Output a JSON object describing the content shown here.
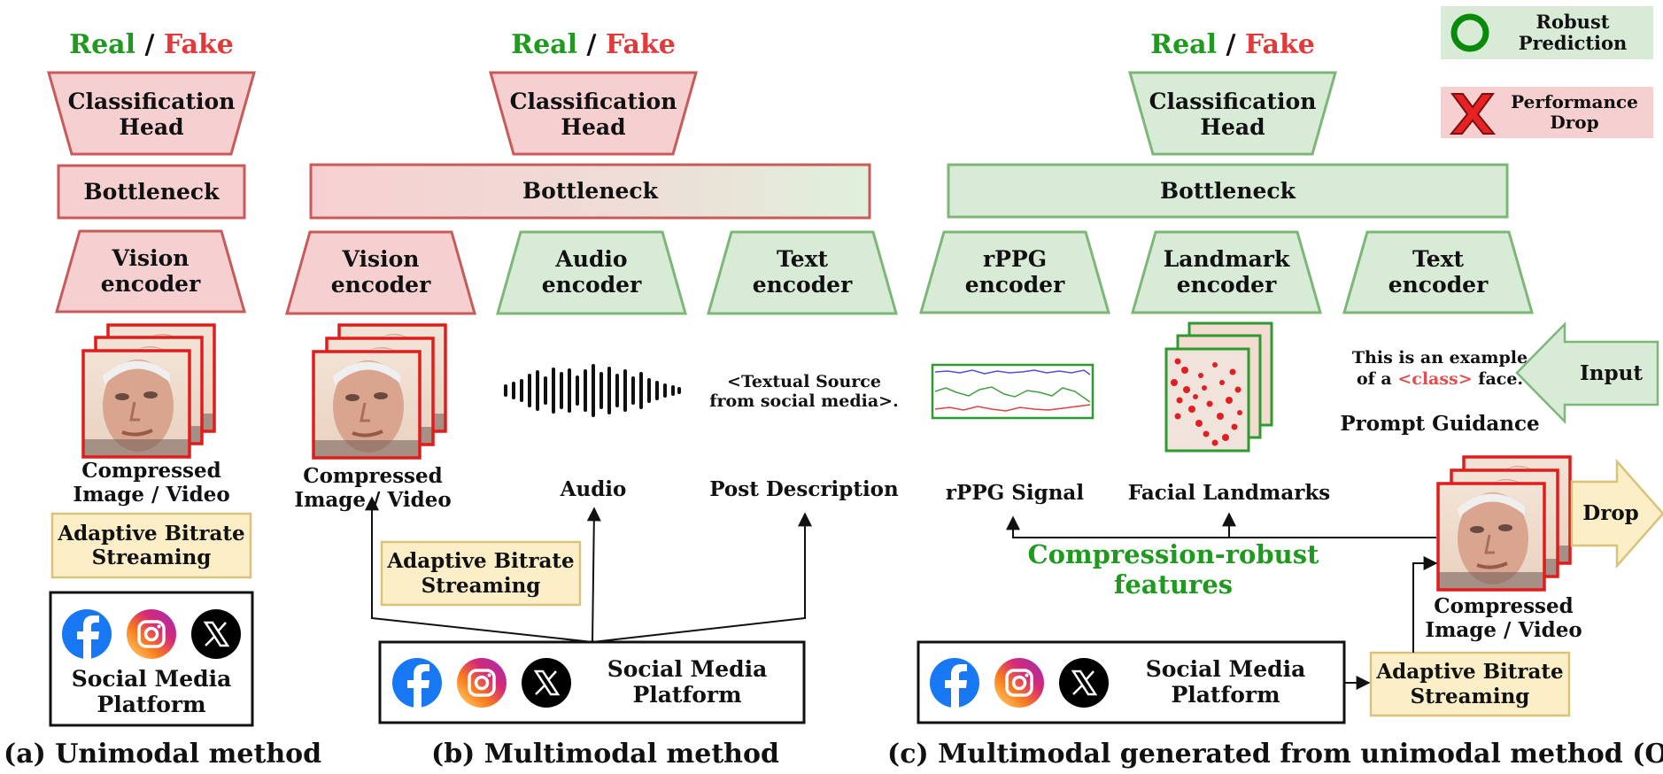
{
  "colors": {
    "real": "#1f9a1f",
    "fake": "#e23a3a",
    "pink_fill": "#f6d0d0",
    "pink_stroke": "#c85a5a",
    "green_fill": "#d8ebd6",
    "green_stroke": "#7cb778",
    "yellow_fill": "#fcefc8",
    "yellow_stroke": "#d9c27a"
  },
  "common": {
    "real": "Real",
    "slash": "/",
    "fake": "Fake"
  },
  "panel_a": {
    "classification_head": "Classification Head",
    "bottleneck": "Bottleneck",
    "vision_encoder": "Vision encoder",
    "input_label": "Compressed Image / Video",
    "abr": "Adaptive Bitrate Streaming",
    "platform": "Social Media Platform",
    "caption": "(a) Unimodal method"
  },
  "panel_b": {
    "classification_head": "Classification Head",
    "bottleneck": "Bottleneck",
    "vision_encoder": "Vision encoder",
    "audio_encoder": "Audio encoder",
    "text_encoder": "Text encoder",
    "input_label": "Compressed Image / Video",
    "audio_label": "Audio",
    "text_source": "<Textual Source from social media>.",
    "post_label": "Post Description",
    "abr": "Adaptive Bitrate Streaming",
    "platform": "Social Media Platform",
    "caption": "(b) Multimodal method"
  },
  "panel_c": {
    "classification_head": "Classification Head",
    "bottleneck": "Bottleneck",
    "rppg_encoder": "rPPG encoder",
    "landmark_encoder": "Landmark encoder",
    "text_encoder": "Text encoder",
    "prompt_1": "This is an example",
    "prompt_2_pre": "of a ",
    "prompt_class": "<class>",
    "prompt_2_post": " face.",
    "prompt_guidance": "Prompt Guidance",
    "input_arrow": "Input",
    "drop_arrow": "Drop",
    "rppg_label": "rPPG Signal",
    "landmark_label": "Facial Landmarks",
    "features": "Compression-robust features",
    "input_label": "Compressed Image / Video",
    "abr": "Adaptive Bitrate Streaming",
    "platform": "Social Media Platform",
    "caption": "(c) Multimodal generated from unimodal method (Ours)"
  },
  "legend": {
    "robust": "Robust Prediction",
    "drop": "Performance Drop"
  }
}
